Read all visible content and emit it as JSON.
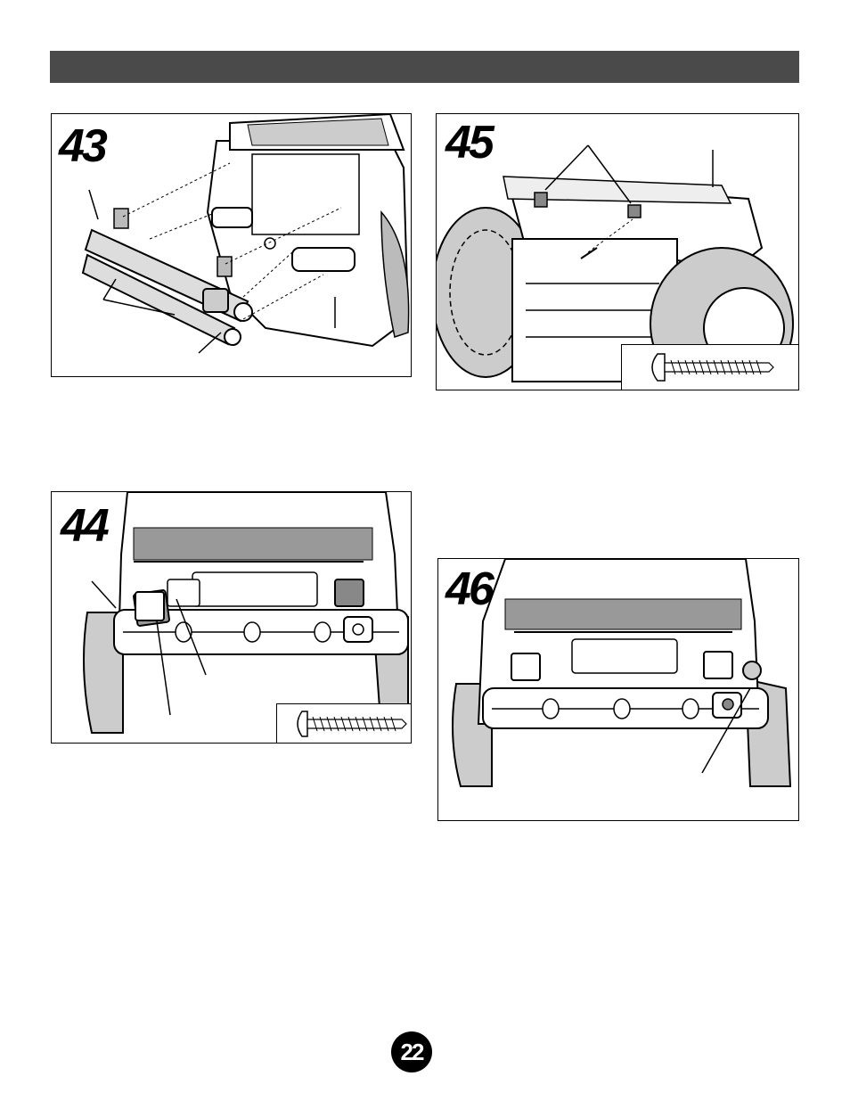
{
  "steps": [
    {
      "number": "43"
    },
    {
      "number": "45"
    },
    {
      "number": "44"
    },
    {
      "number": "46"
    }
  ],
  "page": {
    "number": "22"
  },
  "colors": {
    "header_bar": "#4a4a4a",
    "ink": "#000000"
  }
}
